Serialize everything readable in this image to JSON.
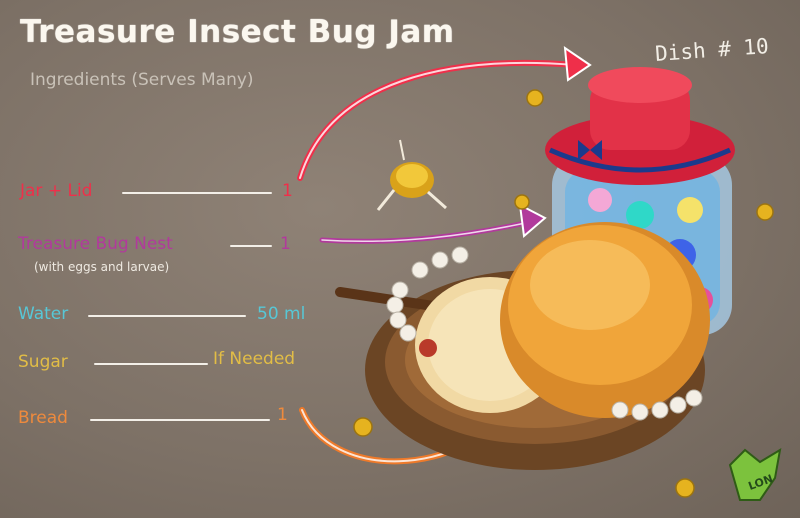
{
  "title": "Treasure Insect Bug Jam",
  "subtitle": "Ingredients (Serves Many)",
  "dish_label": "Dish # 10",
  "ingredients": [
    {
      "name": "Jar + Lid",
      "quantity": "1",
      "color": "#ef2f4a"
    },
    {
      "name": "Treasure Bug Nest",
      "note": "(with eggs and larvae)",
      "quantity": "1",
      "color": "#b13a9c"
    },
    {
      "name": "Water",
      "quantity": "50 ml",
      "color": "#57c7d6"
    },
    {
      "name": "Sugar",
      "quantity": "If Needed",
      "color": "#e2bd46"
    },
    {
      "name": "Bread",
      "quantity": "1",
      "color": "#ee8a3d"
    }
  ],
  "logo": "LON"
}
